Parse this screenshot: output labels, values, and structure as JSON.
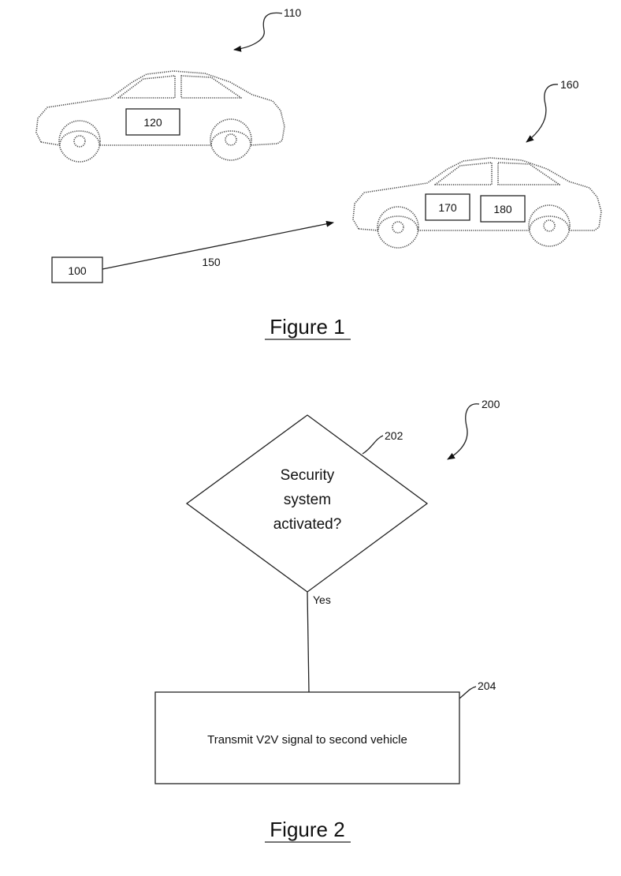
{
  "figure1": {
    "caption": "Figure 1",
    "vehicle1": {
      "ref": "110",
      "module": "120"
    },
    "vehicle2": {
      "ref": "160",
      "module_a": "170",
      "module_b": "180"
    },
    "device": "100",
    "link": "150"
  },
  "figure2": {
    "caption": "Figure 2",
    "ref": "200",
    "decision": {
      "ref": "202",
      "lines": [
        "Security",
        "system",
        "activated?"
      ]
    },
    "branch_label": "Yes",
    "process": {
      "ref": "204",
      "text": "Transmit V2V signal to second vehicle"
    }
  }
}
